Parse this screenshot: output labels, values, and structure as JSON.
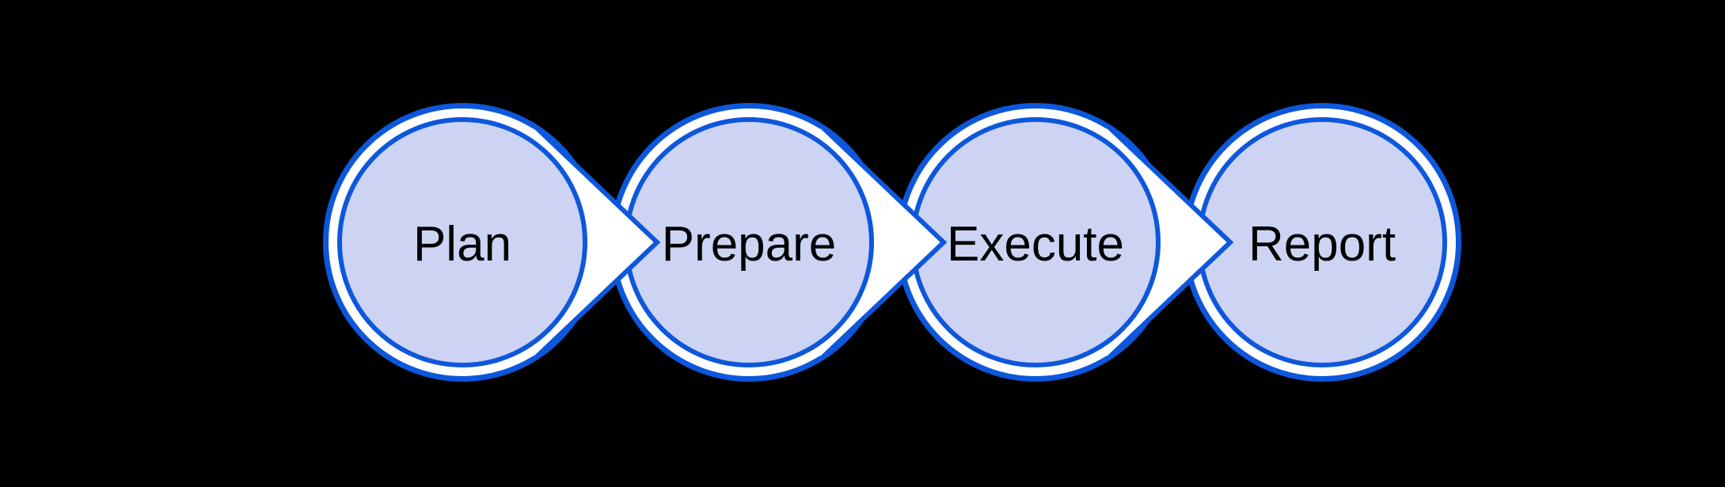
{
  "diagram": {
    "type": "horizontal-process-flow",
    "steps": [
      {
        "label": "Plan"
      },
      {
        "label": "Prepare"
      },
      {
        "label": "Execute"
      },
      {
        "label": "Report"
      }
    ],
    "colors": {
      "accent_blue": "#0d57dc",
      "node_fill": "#cdd3f3",
      "connector_fill": "#ffffff",
      "label_text": "#000000",
      "background": "#000000"
    }
  }
}
